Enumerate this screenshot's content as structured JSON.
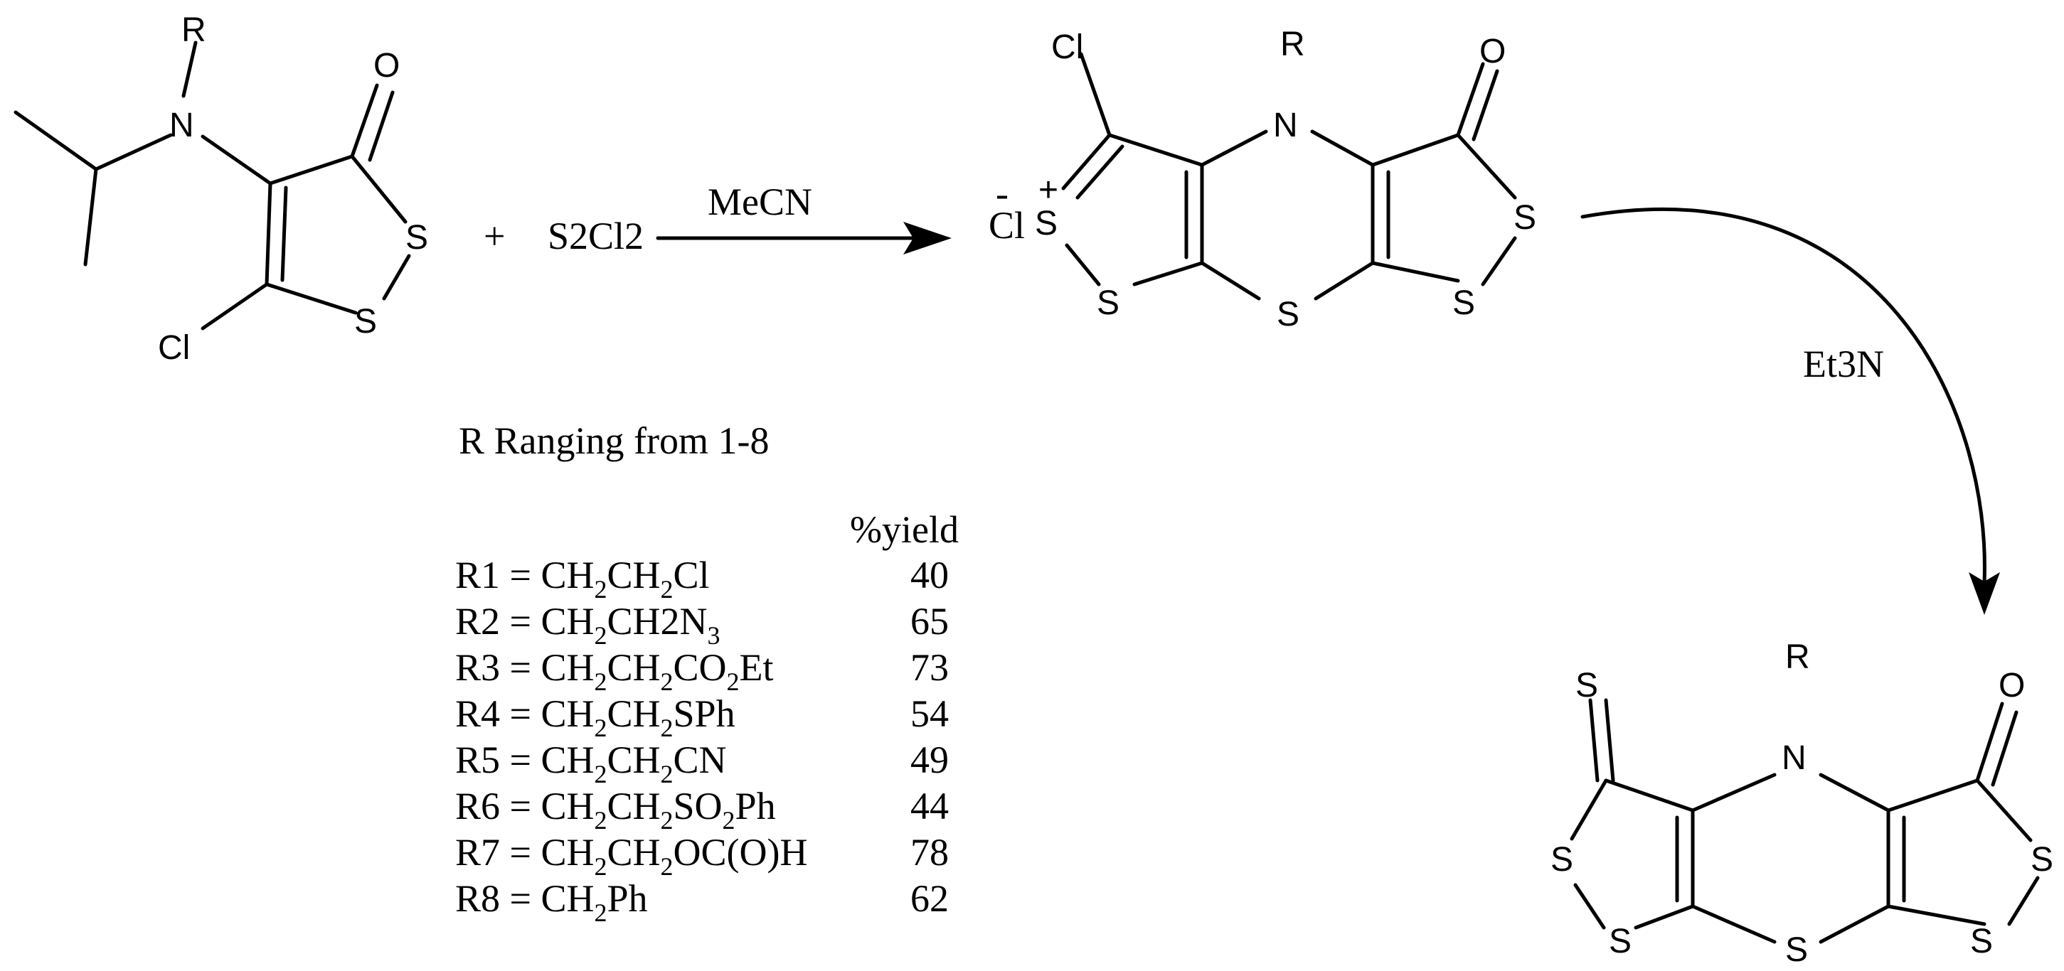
{
  "plus_sign": "+",
  "reagents": {
    "s2cl2": "S2Cl2",
    "mecn": "MeCN",
    "et3n": "Et3N"
  },
  "atoms": {
    "R": "R",
    "N": "N",
    "O": "O",
    "S": "S",
    "Cl": "Cl",
    "minus": "-",
    "plus": "+"
  },
  "range_note": "R Ranging from 1-8",
  "table": {
    "header": "%yield",
    "rows": [
      {
        "label": "R1 = ",
        "parts": [
          [
            "CH"
          ],
          [
            "2",
            "sub"
          ],
          [
            "CH"
          ],
          [
            "2",
            "sub"
          ],
          [
            "Cl"
          ]
        ],
        "yield": "40"
      },
      {
        "label": "R2 = ",
        "parts": [
          [
            "CH"
          ],
          [
            "2",
            "sub"
          ],
          [
            "CH2N"
          ],
          [
            "3",
            "sub"
          ]
        ],
        "yield": "65"
      },
      {
        "label": "R3 = ",
        "parts": [
          [
            "CH"
          ],
          [
            "2",
            "sub"
          ],
          [
            "CH"
          ],
          [
            "2",
            "sub"
          ],
          [
            "CO"
          ],
          [
            "2",
            "sub"
          ],
          [
            "Et"
          ]
        ],
        "yield": "73"
      },
      {
        "label": "R4 = ",
        "parts": [
          [
            "CH"
          ],
          [
            "2",
            "sub"
          ],
          [
            "CH"
          ],
          [
            "2",
            "sub"
          ],
          [
            "SPh"
          ]
        ],
        "yield": "54"
      },
      {
        "label": "R5 = ",
        "parts": [
          [
            "CH"
          ],
          [
            "2",
            "sub"
          ],
          [
            "CH"
          ],
          [
            "2",
            "sub"
          ],
          [
            "CN"
          ]
        ],
        "yield": "49"
      },
      {
        "label": "R6 = ",
        "parts": [
          [
            "CH"
          ],
          [
            "2",
            "sub"
          ],
          [
            "CH"
          ],
          [
            "2",
            "sub"
          ],
          [
            "SO"
          ],
          [
            "2",
            "sub"
          ],
          [
            "Ph"
          ]
        ],
        "yield": "44"
      },
      {
        "label": "R7 = ",
        "parts": [
          [
            "CH"
          ],
          [
            "2",
            "sub"
          ],
          [
            "CH"
          ],
          [
            "2",
            "sub"
          ],
          [
            "OC(O)H"
          ]
        ],
        "yield": "78"
      },
      {
        "label": "R8 = ",
        "parts": [
          [
            "CH"
          ],
          [
            "2",
            "sub"
          ],
          [
            "Ph"
          ]
        ],
        "yield": "62"
      }
    ]
  }
}
